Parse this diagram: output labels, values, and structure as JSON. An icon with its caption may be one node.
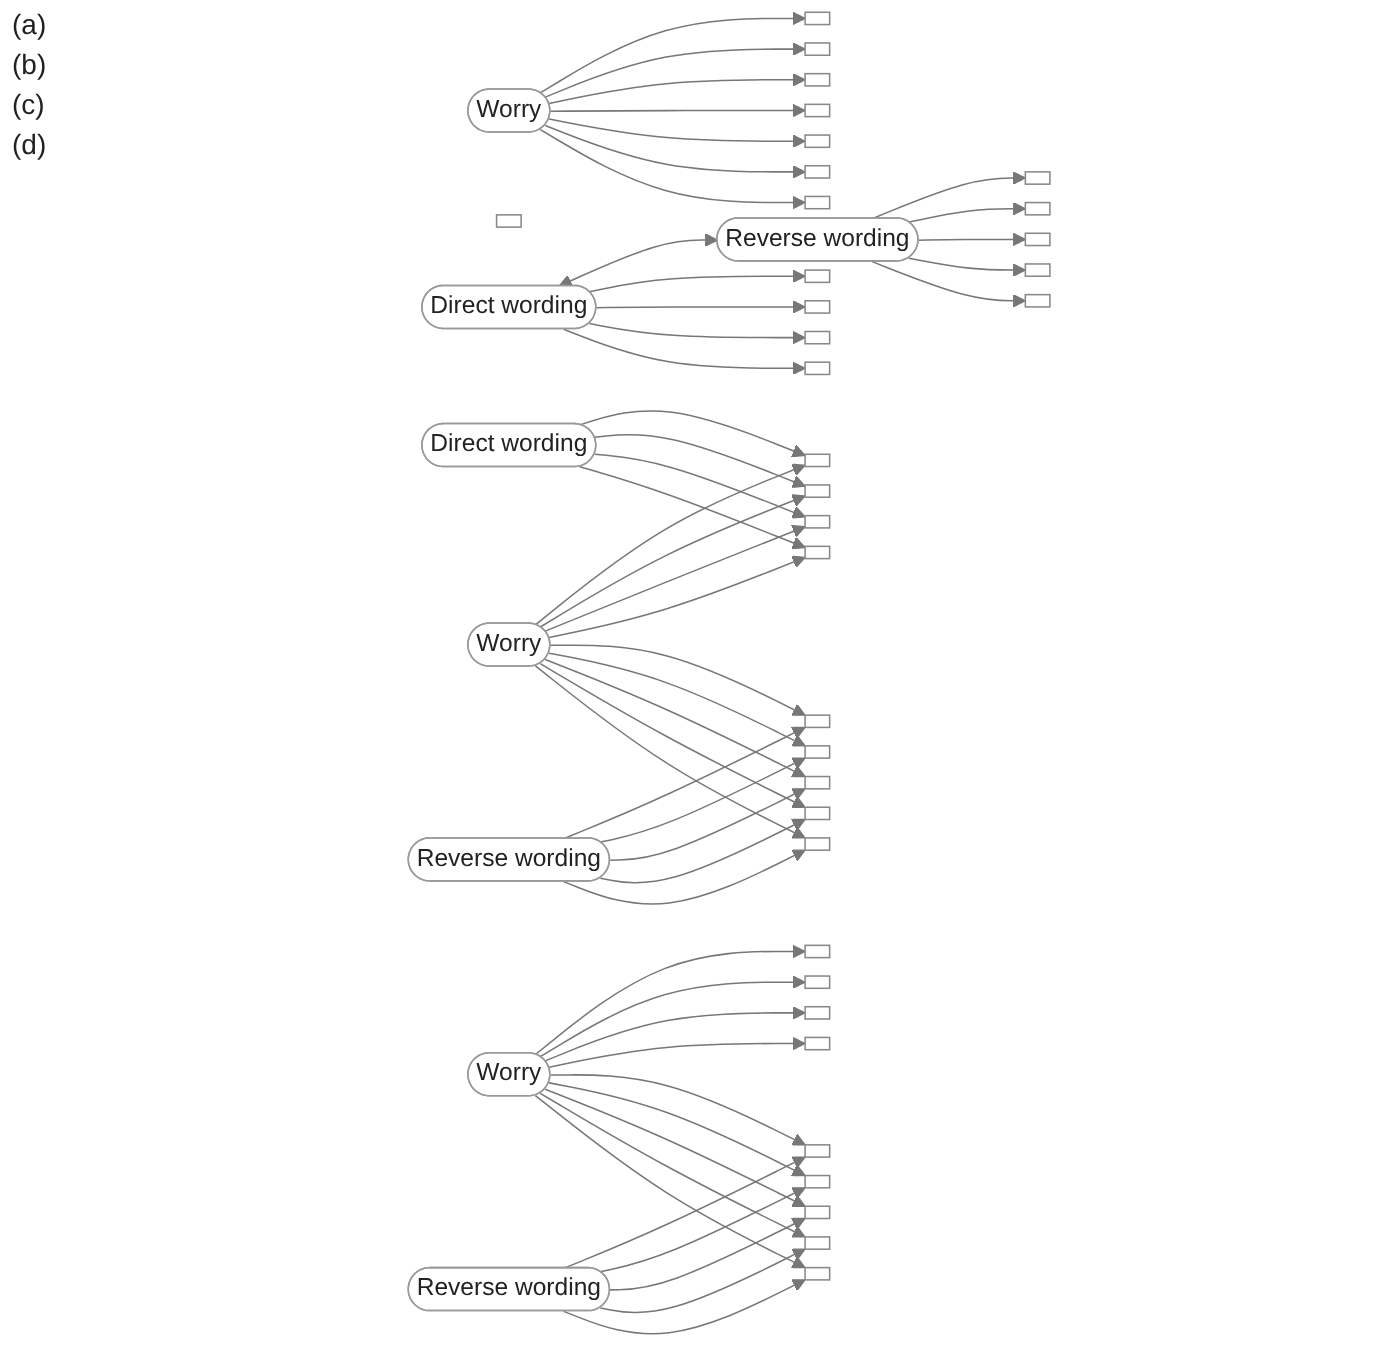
{
  "diagram": {
    "nodes": [
      {
        "text": [
          "Worry"
        ]
      },
      {
        "text": [],
        "shape": "box"
      },
      {
        "text": [],
        "shape": "box"
      },
      {
        "text": [],
        "shape": "box"
      },
      {
        "text": [],
        "shape": "box"
      },
      {
        "text": [],
        "shape": "box"
      },
      {
        "text": [],
        "shape": "box"
      },
      {
        "text": [],
        "shape": "box"
      },
      {
        "text": [],
        "shape": "box"
      },
      {
        "text": [
          "Direct wording"
        ]
      },
      {
        "text": [
          "Reverse wording"
        ]
      },
      {
        "text": [],
        "shape": "box"
      },
      {
        "text": [],
        "shape": "box"
      },
      {
        "text": [],
        "shape": "box"
      },
      {
        "text": [],
        "shape": "box"
      },
      {
        "text": [],
        "shape": "box"
      },
      {
        "text": [],
        "shape": "box"
      },
      {
        "text": [],
        "shape": "box"
      },
      {
        "text": [],
        "shape": "box"
      },
      {
        "text": [],
        "shape": "box"
      },
      {
        "text": [
          "Direct wording"
        ]
      },
      {
        "text": [
          "Reverse wording"
        ]
      },
      {
        "text": [
          "Worry"
        ]
      },
      {
        "text": [],
        "shape": "box"
      },
      {
        "text": [],
        "shape": "box"
      },
      {
        "text": [],
        "shape": "box"
      },
      {
        "text": [],
        "shape": "box"
      },
      {
        "text": [],
        "shape": "box"
      },
      {
        "text": [],
        "shape": "box"
      },
      {
        "text": [],
        "shape": "box"
      },
      {
        "text": [],
        "shape": "box"
      },
      {
        "text": [],
        "shape": "box"
      },
      {
        "text": [
          "Reverse wording"
        ]
      },
      {
        "text": [
          "Worry"
        ]
      },
      {
        "text": [],
        "shape": "box"
      },
      {
        "text": [],
        "shape": "box"
      },
      {
        "text": [],
        "shape": "box"
      },
      {
        "text": [],
        "shape": "box"
      },
      {
        "text": [],
        "shape": "box"
      },
      {
        "text": [],
        "shape": "box"
      },
      {
        "text": [],
        "shape": "box"
      },
      {
        "text": [],
        "shape": "box"
      },
      {
        "text": [],
        "shape": "box"
      }
    ],
    "edges": [
      {
        "from": 0,
        "to": 1,
        "arrow": "to"
      },
      {
        "from": 0,
        "to": 2,
        "arrow": "to"
      },
      {
        "from": 0,
        "to": 3,
        "arrow": "to"
      },
      {
        "from": 0,
        "to": 5,
        "arrow": "to"
      },
      {
        "from": 0,
        "to": 6,
        "arrow": "to"
      },
      {
        "from": 0,
        "to": 7,
        "arrow": "to"
      },
      {
        "from": 0,
        "to": 8,
        "arrow": "to"
      },
      {
        "from": 9,
        "to": 10,
        "arrow": "both"
      },
      {
        "from": 9,
        "to": 11,
        "arrow": "to"
      },
      {
        "from": 9,
        "to": 12,
        "arrow": "to"
      },
      {
        "from": 9,
        "to": 13,
        "arrow": "to"
      },
      {
        "from": 9,
        "to": 14,
        "arrow": "to"
      },
      {
        "from": 10,
        "to": 15,
        "arrow": "to"
      },
      {
        "from": 10,
        "to": 16,
        "arrow": "to"
      },
      {
        "from": 10,
        "to": 17,
        "arrow": "to"
      },
      {
        "from": 10,
        "to": 18,
        "arrow": "to"
      },
      {
        "from": 10,
        "to": 19,
        "arrow": "to"
      },
      {
        "from": 20,
        "to": 23,
        "arrow": "to"
      },
      {
        "from": 20,
        "to": 24,
        "arrow": "to"
      },
      {
        "from": 20,
        "to": 25,
        "arrow": "to"
      },
      {
        "from": 20,
        "to": 26,
        "arrow": "to"
      },
      {
        "from": 21,
        "to": 27,
        "arrow": "to"
      },
      {
        "from": 21,
        "to": 28,
        "arrow": "to"
      },
      {
        "from": 21,
        "to": 29,
        "arrow": "to"
      },
      {
        "from": 21,
        "to": 30,
        "arrow": "to"
      },
      {
        "from": 21,
        "to": 31,
        "arrow": "to"
      },
      {
        "from": 22,
        "to": 23,
        "arrow": "to"
      },
      {
        "from": 22,
        "to": 24,
        "arrow": "to"
      },
      {
        "from": 22,
        "to": 25,
        "arrow": "to"
      },
      {
        "from": 22,
        "to": 26,
        "arrow": "to"
      },
      {
        "from": 22,
        "to": 27,
        "arrow": "to"
      },
      {
        "from": 22,
        "to": 28,
        "arrow": "to"
      },
      {
        "from": 22,
        "to": 29,
        "arrow": "to"
      },
      {
        "from": 22,
        "to": 30,
        "arrow": "to"
      },
      {
        "from": 22,
        "to": 31,
        "arrow": "to"
      },
      {
        "from": 32,
        "to": 38,
        "arrow": "to"
      },
      {
        "from": 32,
        "to": 39,
        "arrow": "to"
      },
      {
        "from": 32,
        "to": 40,
        "arrow": "to"
      },
      {
        "from": 32,
        "to": 41,
        "arrow": "to"
      },
      {
        "from": 32,
        "to": 42,
        "arrow": "to"
      },
      {
        "from": 33,
        "to": 34,
        "arrow": "to"
      },
      {
        "from": 33,
        "to": 35,
        "arrow": "to"
      },
      {
        "from": 33,
        "to": 36,
        "arrow": "to"
      },
      {
        "from": 33,
        "to": 37,
        "arrow": "to"
      },
      {
        "from": 33,
        "to": 38,
        "arrow": "to"
      },
      {
        "from": 33,
        "to": 39,
        "arrow": "to"
      },
      {
        "from": 33,
        "to": 40,
        "arrow": "to"
      },
      {
        "from": 33,
        "to": 41,
        "arrow": "to"
      },
      {
        "from": 33,
        "to": 42,
        "arrow": "to"
      }
    ],
    "labels": [
      "(a)",
      "(b)",
      "(c)",
      "(d)"
    ]
  }
}
